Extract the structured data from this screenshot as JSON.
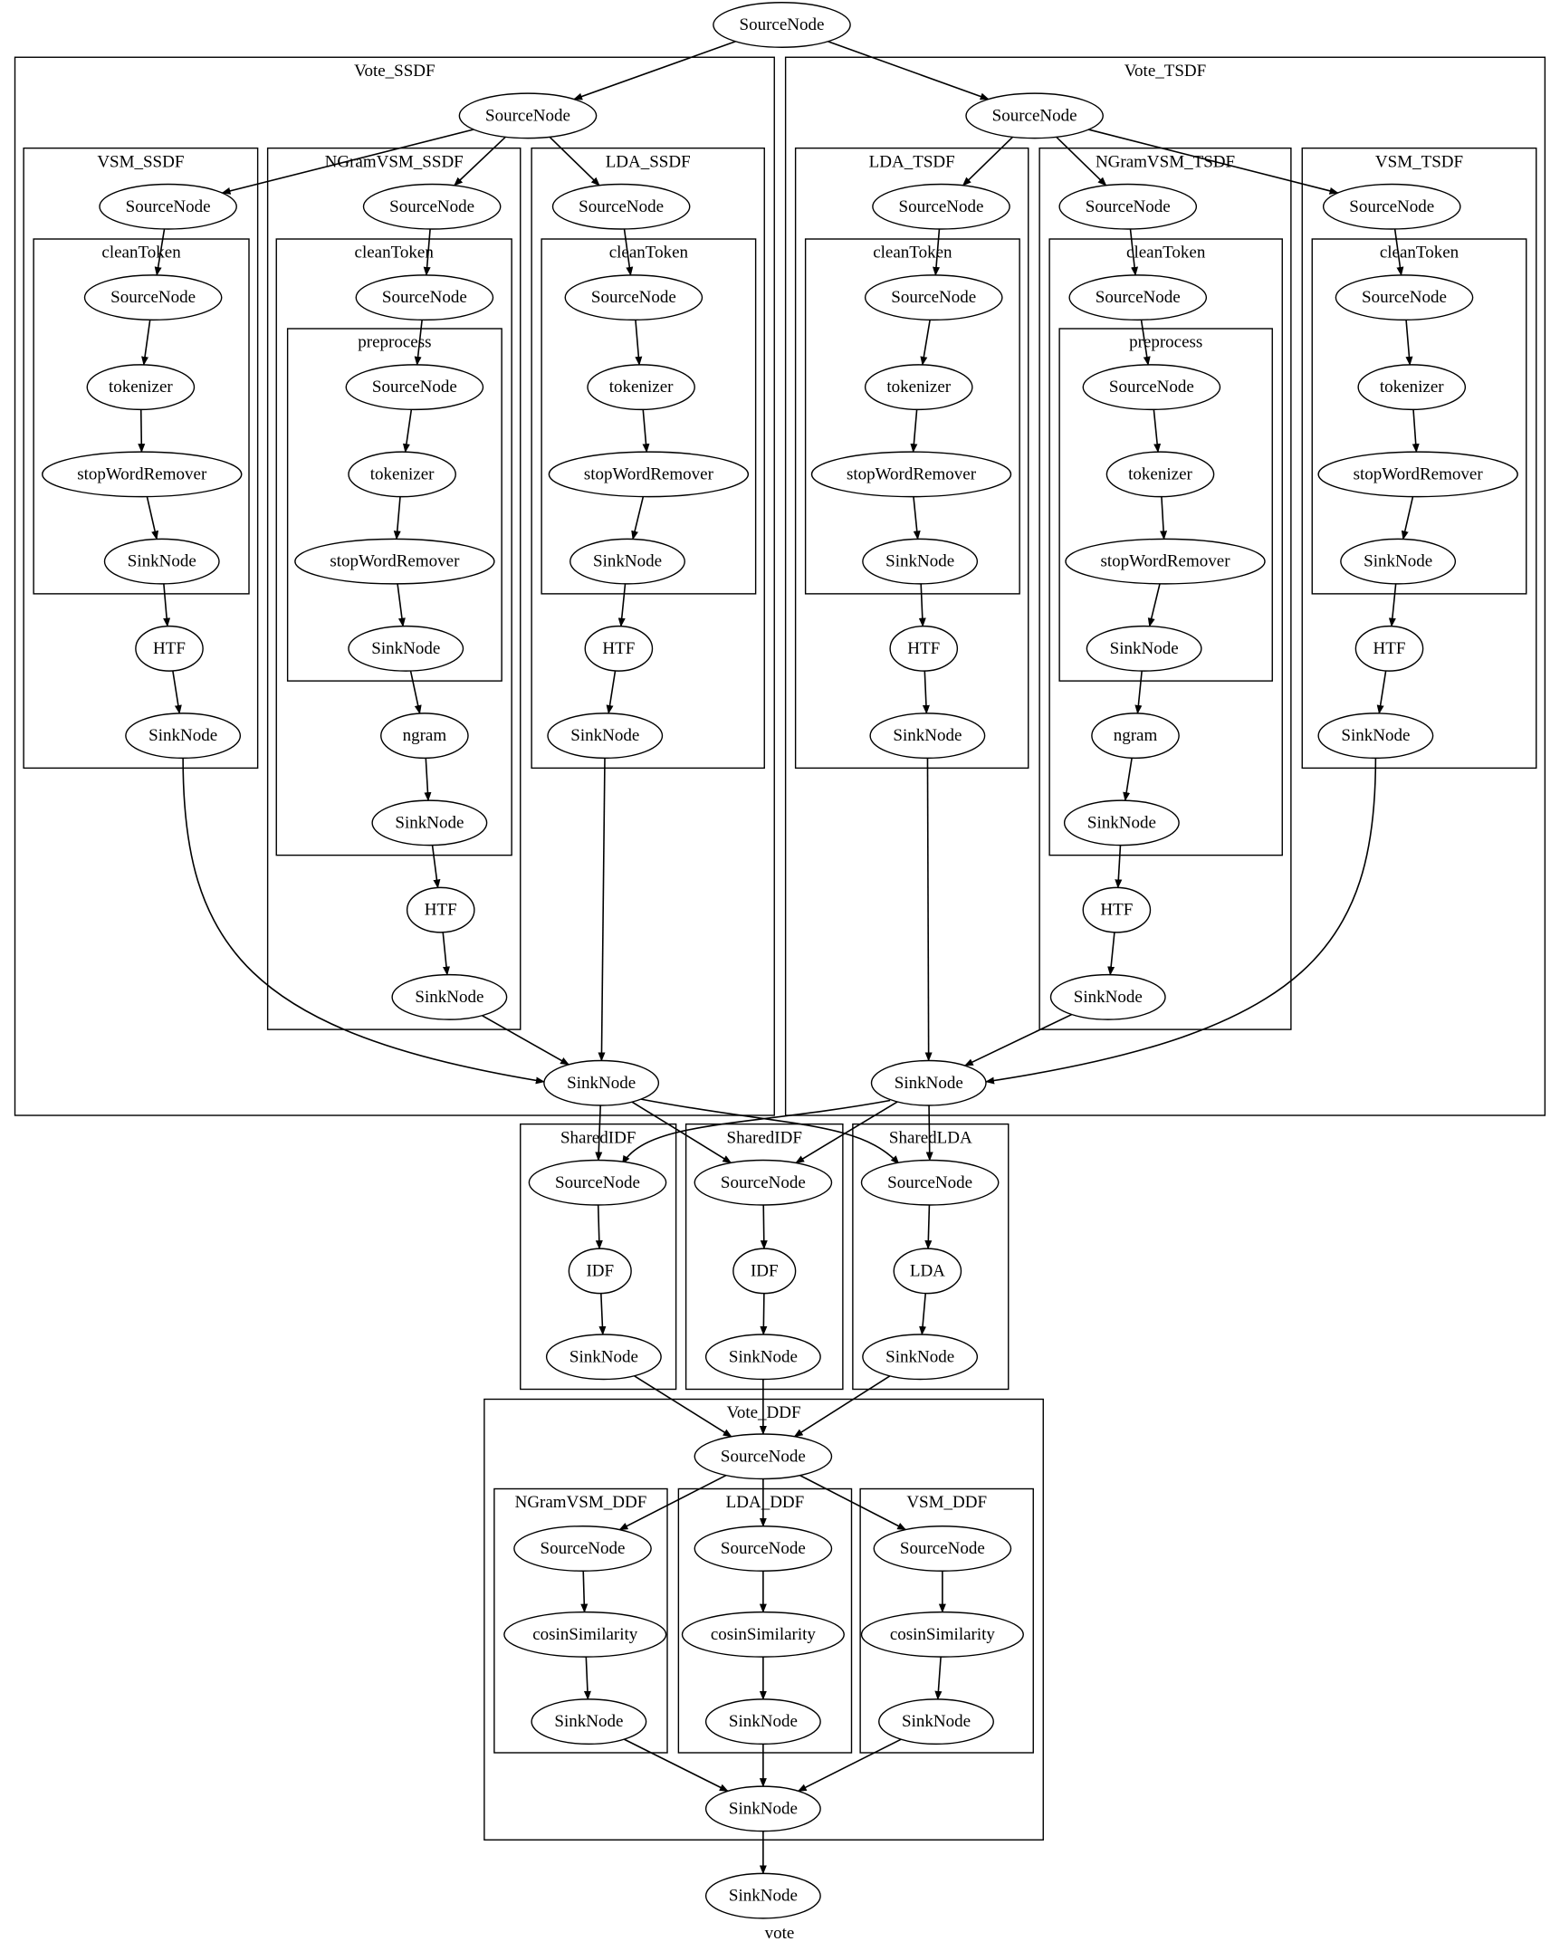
{
  "graph_label": "vote",
  "clusters": {
    "vote_ssdf": "Vote_SSDF",
    "vote_tsdf": "Vote_TSDF",
    "vsm_ssdf": "VSM_SSDF",
    "ngramvsm_ssdf": "NGramVSM_SSDF",
    "lda_ssdf": "LDA_SSDF",
    "lda_tsdf": "LDA_TSDF",
    "ngramvsm_tsdf": "NGramVSM_TSDF",
    "vsm_tsdf": "VSM_TSDF",
    "cleantoken": "cleanToken",
    "preprocess": "preprocess",
    "sharedidf": "SharedIDF",
    "sharedlda": "SharedLDA",
    "vote_ddf": "Vote_DDF",
    "ngramvsm_ddf": "NGramVSM_DDF",
    "lda_ddf": "LDA_DDF",
    "vsm_ddf": "VSM_DDF"
  },
  "nodes": {
    "source": "SourceNode",
    "sink": "SinkNode",
    "tokenizer": "tokenizer",
    "stopword": "stopWordRemover",
    "htf": "HTF",
    "ngram": "ngram",
    "idf": "IDF",
    "lda": "LDA",
    "cosin": "cosinSimilarity"
  }
}
